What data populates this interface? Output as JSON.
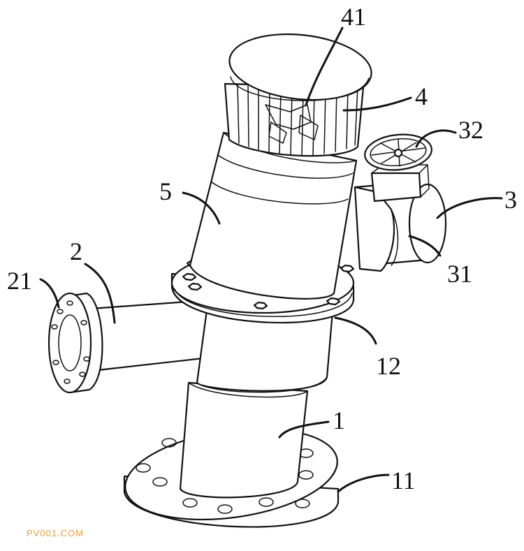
{
  "labels": {
    "l41": "41",
    "l4": "4",
    "l32": "32",
    "l5": "5",
    "l3": "3",
    "l2": "2",
    "l31": "31",
    "l21": "21",
    "l12": "12",
    "l1": "1",
    "l11": "11"
  },
  "watermark": {
    "text": "PV001.COM",
    "color": "#e8a040"
  },
  "colors": {
    "line": "#111111",
    "background": "#ffffff"
  }
}
